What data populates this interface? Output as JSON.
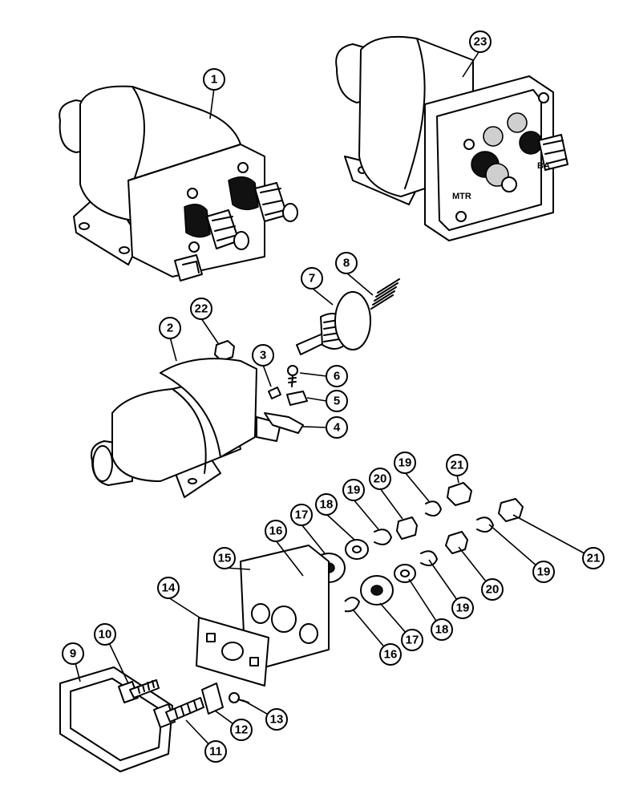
{
  "callouts": [
    {
      "label": "1"
    },
    {
      "label": "23"
    },
    {
      "label": "8"
    },
    {
      "label": "7"
    },
    {
      "label": "22"
    },
    {
      "label": "2"
    },
    {
      "label": "3"
    },
    {
      "label": "6"
    },
    {
      "label": "5"
    },
    {
      "label": "4"
    },
    {
      "label": "21"
    },
    {
      "label": "19"
    },
    {
      "label": "20"
    },
    {
      "label": "19"
    },
    {
      "label": "18"
    },
    {
      "label": "17"
    },
    {
      "label": "16"
    },
    {
      "label": "15"
    },
    {
      "label": "14"
    },
    {
      "label": "19"
    },
    {
      "label": "21"
    },
    {
      "label": "20"
    },
    {
      "label": "19"
    },
    {
      "label": "18"
    },
    {
      "label": "17"
    },
    {
      "label": "16"
    },
    {
      "label": "10"
    },
    {
      "label": "9"
    },
    {
      "label": "13"
    },
    {
      "label": "12"
    },
    {
      "label": "11"
    }
  ],
  "terminal_marks": {
    "mtr": "MTR",
    "bat": "BA"
  }
}
